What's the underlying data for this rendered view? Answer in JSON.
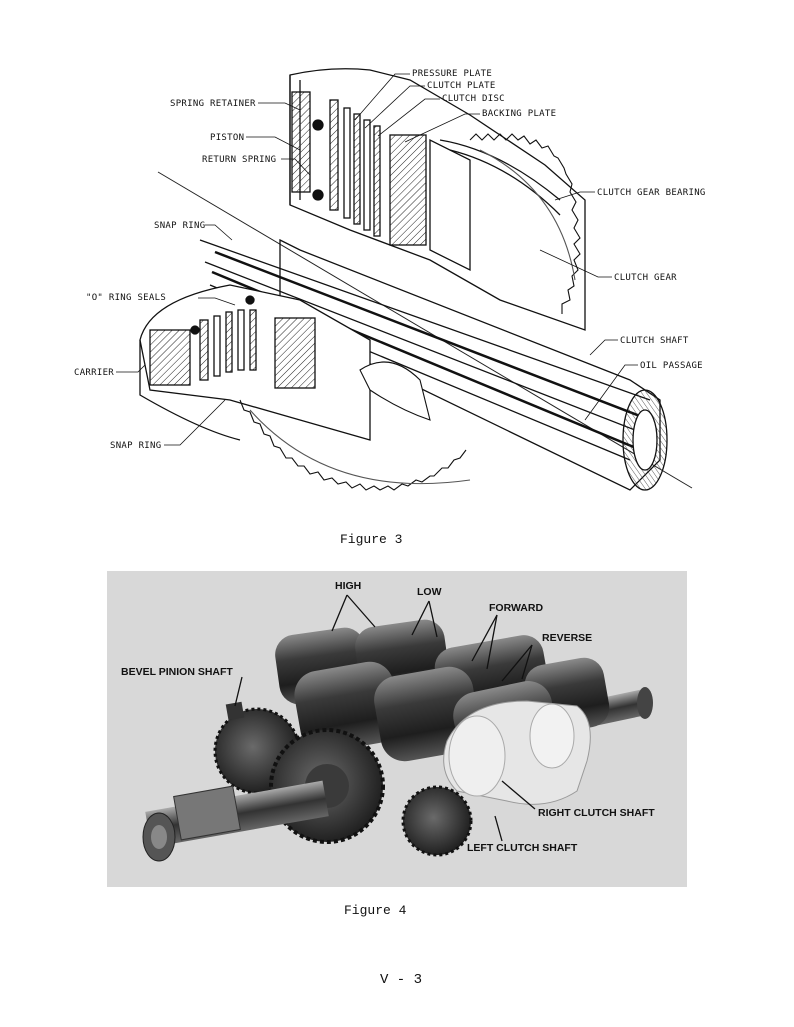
{
  "figure3": {
    "caption": "Figure 3",
    "labels": {
      "pressure_plate": "PRESSURE PLATE",
      "clutch_plate": "CLUTCH PLATE",
      "clutch_disc": "CLUTCH DISC",
      "backing_plate": "BACKING PLATE",
      "spring_retainer": "SPRING RETAINER",
      "piston": "PISTON",
      "return_spring": "RETURN SPRING",
      "clutch_gear_bearing": "CLUTCH GEAR BEARING",
      "snap_ring_top": "SNAP RING",
      "clutch_gear": "CLUTCH GEAR",
      "o_ring_seals": "\"O\" RING SEALS",
      "clutch_shaft": "CLUTCH SHAFT",
      "oil_passage": "OIL PASSAGE",
      "carrier": "CARRIER",
      "snap_ring_bottom": "SNAP RING"
    }
  },
  "figure4": {
    "caption": "Figure 4",
    "labels": {
      "high": "HIGH",
      "low": "LOW",
      "forward": "FORWARD",
      "reverse": "REVERSE",
      "bevel_pinion_shaft": "BEVEL PINION SHAFT",
      "right_clutch_shaft": "RIGHT CLUTCH SHAFT",
      "left_clutch_shaft": "LEFT CLUTCH SHAFT"
    }
  },
  "page_number": "V - 3"
}
